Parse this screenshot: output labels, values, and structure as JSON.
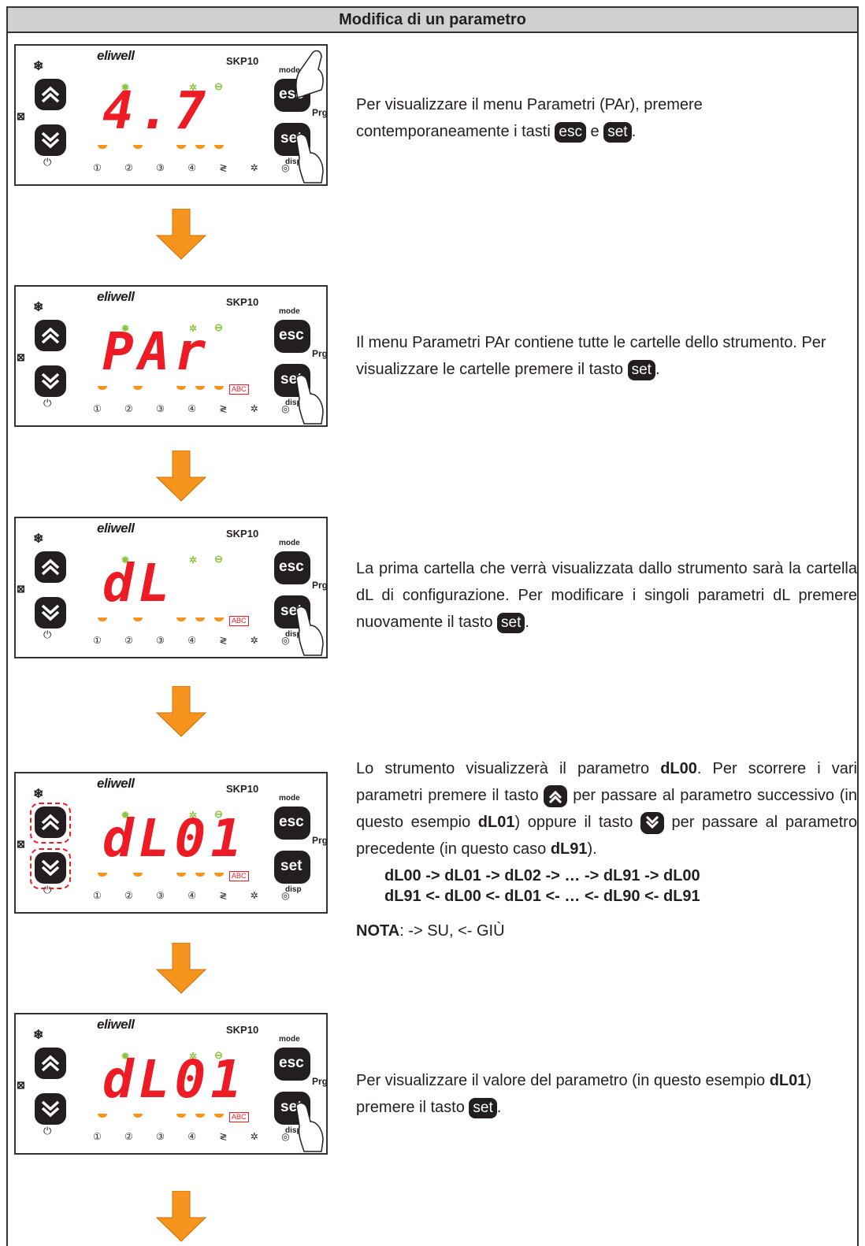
{
  "header": {
    "title": "Modifica di un parametro"
  },
  "device": {
    "brand": "eliwell",
    "model": "SKP10",
    "key_esc": "esc",
    "key_set": "set",
    "label_mode": "mode",
    "label_prg": "Prg",
    "label_disp": "disp",
    "label_abc": "ABC",
    "load_icons": "① ② ③ ④ ≷ ✲ ◎"
  },
  "steps": [
    {
      "display": "4.7",
      "parts": [
        "Per visualizzare il menu Parametri (PAr), premere contemporaneamente i tasti ",
        "esc",
        " e ",
        "set",
        "."
      ]
    },
    {
      "display": "PAr",
      "parts": [
        "Il menu Parametri PAr contiene tutte le cartelle dello strumento. Per visualizzare le cartelle premere il tasto ",
        "set",
        "."
      ]
    },
    {
      "display": "dL",
      "parts": [
        "La prima cartella che verrà visualizzata dallo strumento sarà la cartella dL di configurazione. Per modificare i singoli parametri dL premere nuovamente il tasto ",
        "set",
        "."
      ]
    },
    {
      "display": "dL01",
      "parts": [
        "Lo strumento visualizzerà il parametro ",
        "dL00",
        ". Per scorrere i vari parametri premere il tasto ",
        " per passare al parametro successivo (in questo esempio ",
        "dL01",
        ") oppure il tasto ",
        " per passare al parametro precedente (in questo caso ",
        "dL91",
        ")."
      ],
      "sequence_up": "dL00 -> dL01 -> dL02 -> … -> dL91 -> dL00",
      "sequence_down": "dL91 <- dL00 <- dL01 <- … <- dL90 <- dL91",
      "note_label": "NOTA",
      "note_text": ": -> SU, <- GIÙ"
    },
    {
      "display": "dL01",
      "parts": [
        "Per visualizzare il valore del parametro (in questo esempio ",
        "dL01",
        ") premere il tasto ",
        "set",
        "."
      ]
    }
  ],
  "colors": {
    "arrow": "#f7941d",
    "digits": "#ed1c24",
    "led_green": "#8dc63f",
    "header_bg": "#d0d0d0"
  }
}
